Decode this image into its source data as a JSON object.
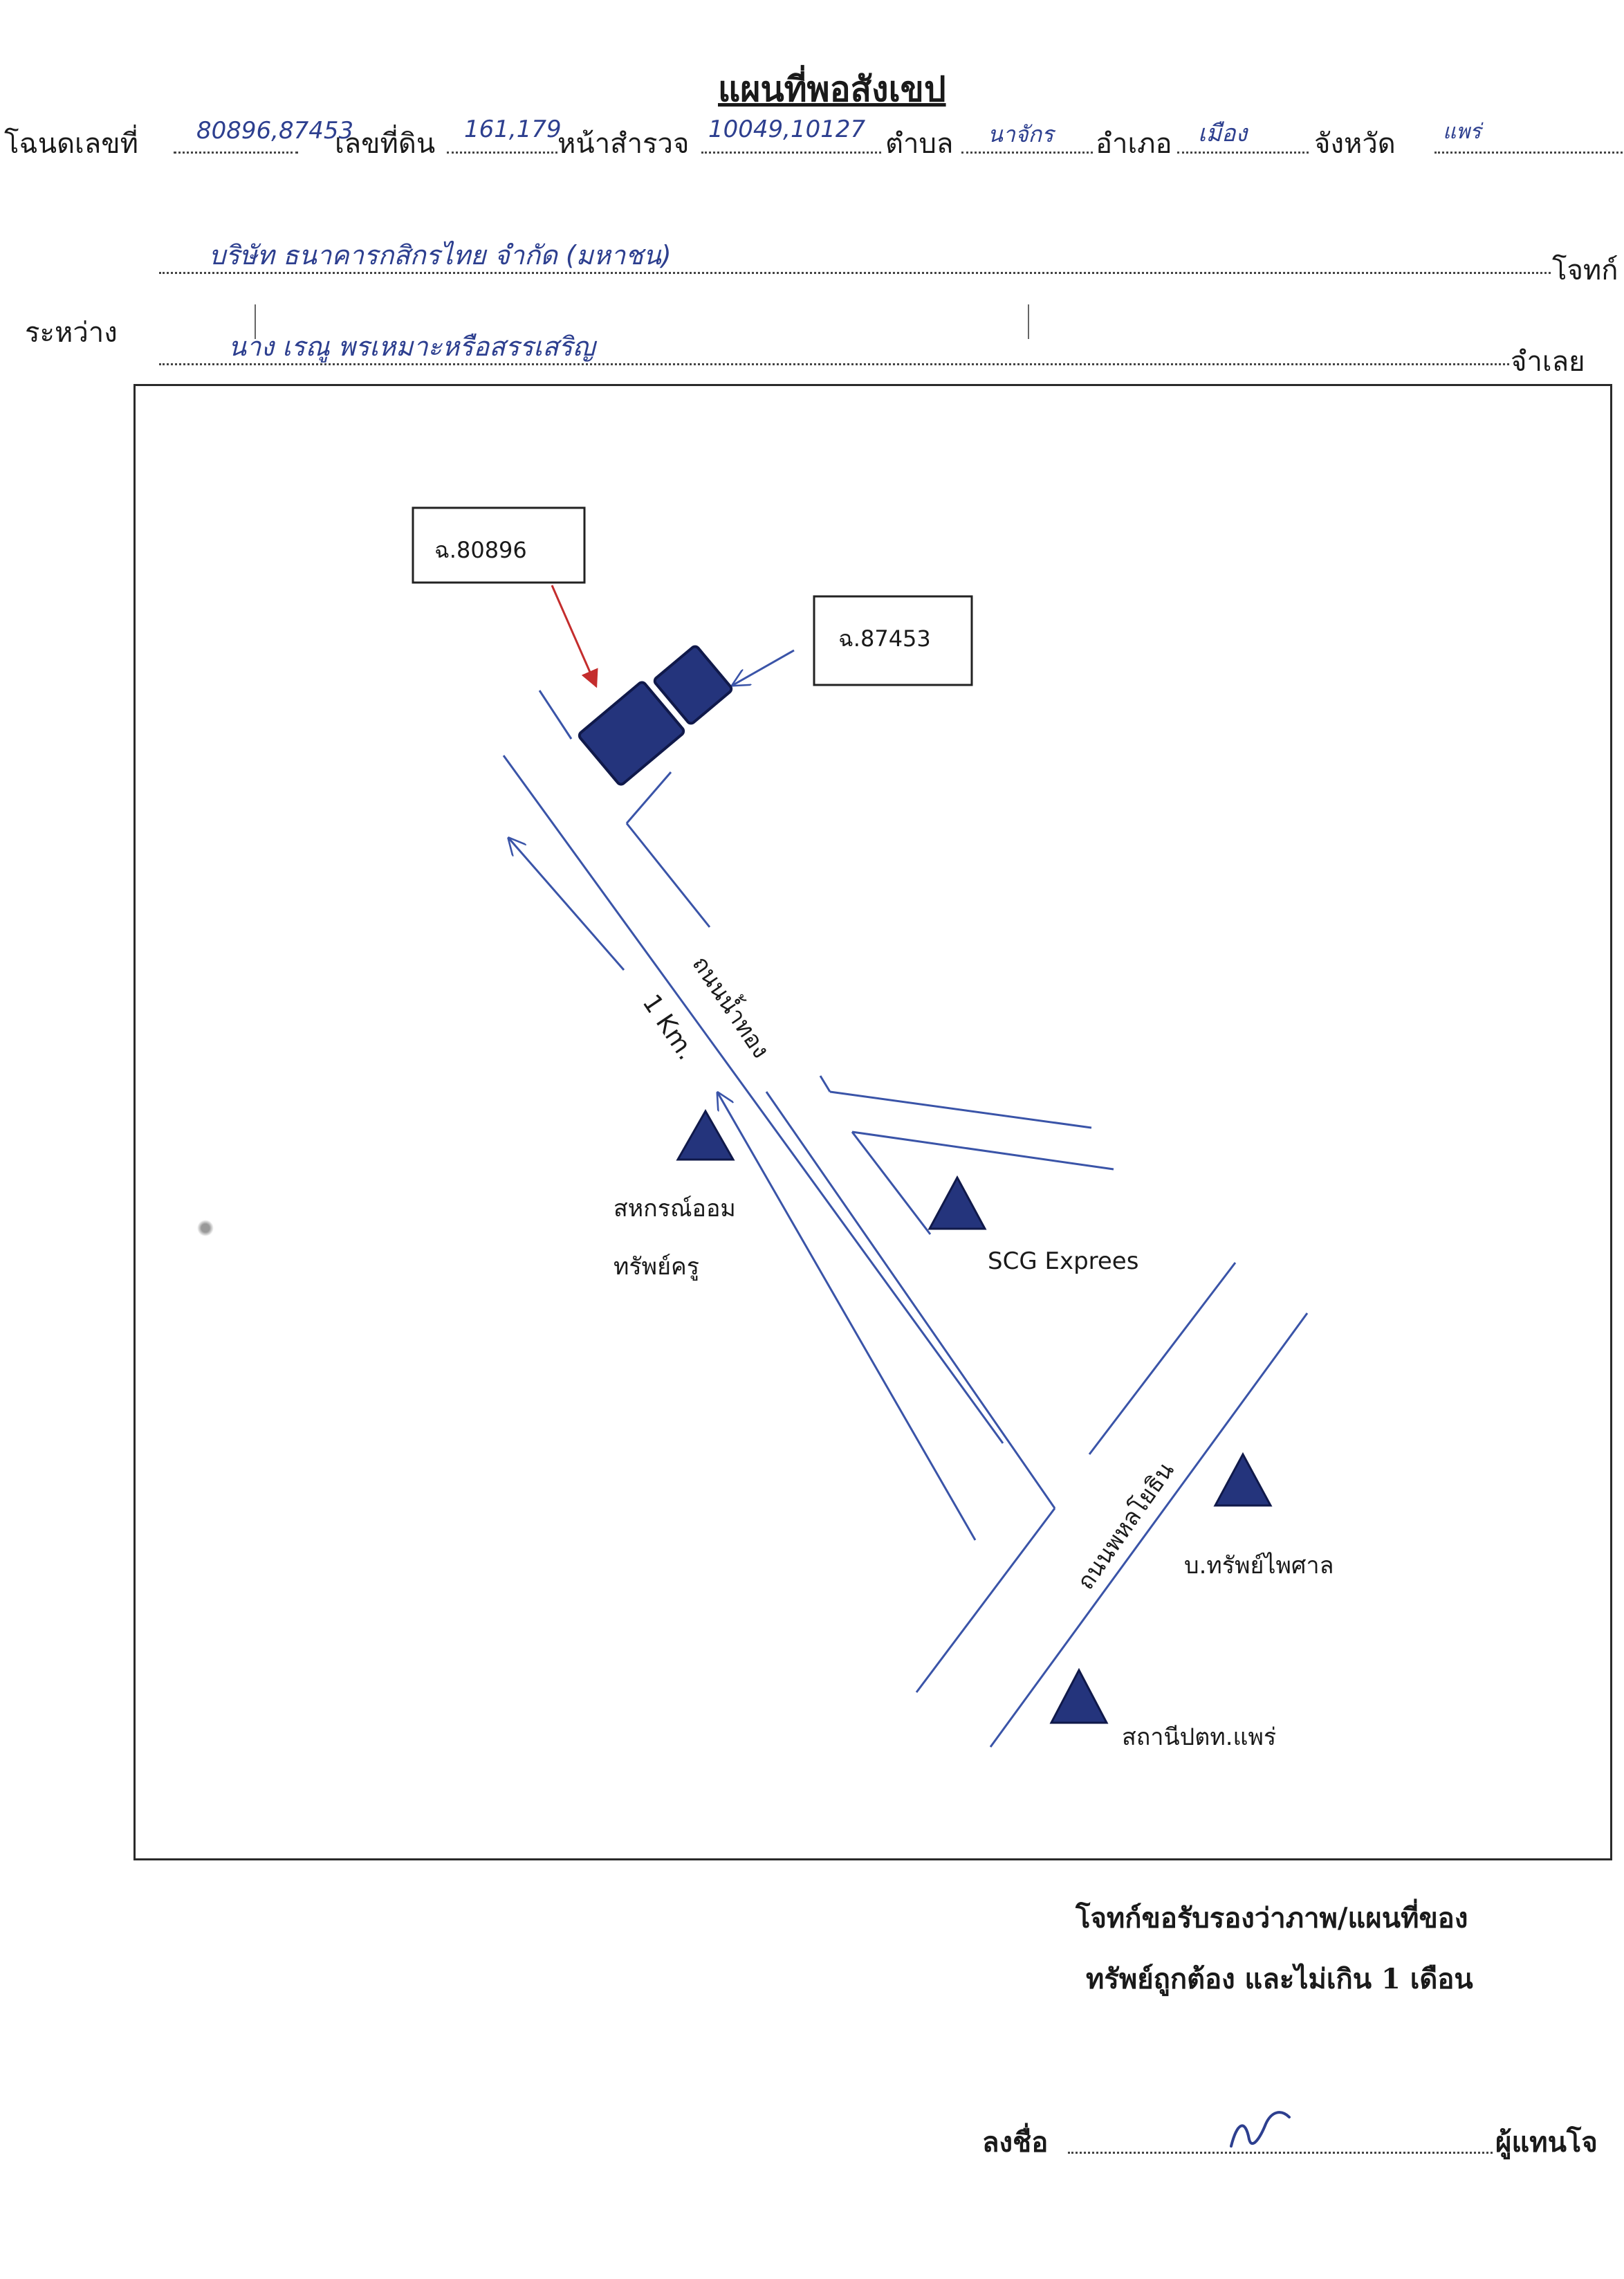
{
  "header": {
    "title": "แผนที่พอสังเขป"
  },
  "deed": {
    "deed_no_label": "โฉนดเลขที่",
    "deed_no_value": "80896,87453",
    "land_no_label": "เลขที่ดิน",
    "land_no_value": "161,179",
    "survey_page_label": "หน้าสำรวจ",
    "survey_page_value": "10049,10127",
    "subdistrict_label": "ตำบล",
    "subdistrict_value": "นาจักร",
    "district_label": "อำเภอ",
    "district_value": "เมือง",
    "province_label": "จังหวัด",
    "province_value": "แพร่"
  },
  "parties": {
    "plaintiff_value": "บริษัท ธนาคารกสิกรไทย จำกัด (มหาชน)",
    "plaintiff_label": "โจทก์",
    "between_label": "ระหว่าง",
    "defendant_value": "นาง เรณู พรเหมาะหรือสรรเสริญ",
    "defendant_label": "จำเลย"
  },
  "map": {
    "plot_label_1": "ฉ.80896",
    "plot_label_2": "ฉ.87453",
    "road_1": "ถนนน้ำทอง",
    "road_2": "ถนนพหลโยธิน",
    "distance": "1 Km.",
    "landmark_1_line1": "สหกรณ์ออม",
    "landmark_1_line2": "ทรัพย์ครู",
    "landmark_2": "SCG Exprees",
    "landmark_3": "บ.ทรัพย์ไพศาล",
    "landmark_4": "สถานีปตท.แพร่",
    "colors": {
      "line": "#3a54a8",
      "marker": "#24347c",
      "arrow_red": "#c42d2d"
    }
  },
  "certification": {
    "line1": "โจทก์ขอรับรองว่าภาพ/แผนที่ของ",
    "line2": "ทรัพย์ถูกต้อง และไม่เกิน 1 เดือน",
    "sign_label": "ลงชื่อ",
    "role_label": "ผู้แทนโจ"
  }
}
